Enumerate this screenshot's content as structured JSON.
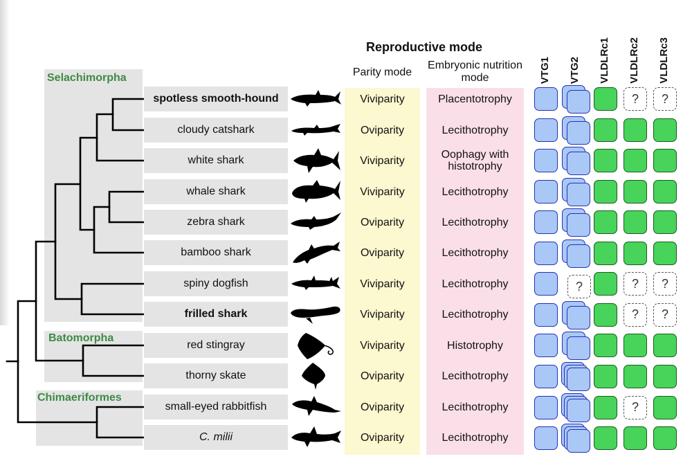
{
  "title": "Reproductive mode",
  "columns": {
    "parity": "Parity mode",
    "nutrition": "Embryonic nutrition mode"
  },
  "clades": [
    "Selachimorpha",
    "Batomorpha",
    "Chimaeriformes"
  ],
  "genes": [
    "VTG1",
    "VTG2",
    "VLDLRc1",
    "VLDLRc2",
    "VLDLRc3"
  ],
  "colors": {
    "vtg_fill": "#a9c8f5",
    "vldlr_fill": "#48d45a",
    "clade_label": "#3e8a45",
    "parity_band": "#fcf8cf",
    "nutrition_band": "#fbdfe8"
  },
  "species": [
    {
      "name": "spotless smooth-hound",
      "style": "bold",
      "parity": "Viviparity",
      "nutrition": "Placentotrophy",
      "genes": [
        1,
        2,
        1,
        "?",
        "?"
      ]
    },
    {
      "name": "cloudy catshark",
      "style": "normal",
      "parity": "Oviparity",
      "nutrition": "Lecithotrophy",
      "genes": [
        1,
        2,
        1,
        1,
        1
      ]
    },
    {
      "name": "white shark",
      "style": "normal",
      "parity": "Viviparity",
      "nutrition": "Oophagy with histotrophy",
      "genes": [
        1,
        2,
        1,
        1,
        1
      ]
    },
    {
      "name": "whale shark",
      "style": "normal",
      "parity": "Viviparity",
      "nutrition": "Lecithotrophy",
      "genes": [
        1,
        2,
        1,
        1,
        1
      ]
    },
    {
      "name": "zebra shark",
      "style": "normal",
      "parity": "Oviparity",
      "nutrition": "Lecithotrophy",
      "genes": [
        1,
        2,
        1,
        1,
        1
      ]
    },
    {
      "name": "bamboo shark",
      "style": "normal",
      "parity": "Oviparity",
      "nutrition": "Lecithotrophy",
      "genes": [
        1,
        2,
        1,
        1,
        1
      ]
    },
    {
      "name": "spiny dogfish",
      "style": "normal",
      "parity": "Viviparity",
      "nutrition": "Lecithotrophy",
      "genes": [
        1,
        "?",
        1,
        "?",
        "?"
      ]
    },
    {
      "name": "frilled shark",
      "style": "bold",
      "parity": "Viviparity",
      "nutrition": "Lecithotrophy",
      "genes": [
        1,
        2,
        1,
        "?",
        "?"
      ]
    },
    {
      "name": "red stingray",
      "style": "normal",
      "parity": "Viviparity",
      "nutrition": "Histotrophy",
      "genes": [
        1,
        2,
        1,
        1,
        1
      ]
    },
    {
      "name": "thorny skate",
      "style": "normal",
      "parity": "Oviparity",
      "nutrition": "Lecithotrophy",
      "genes": [
        1,
        3,
        1,
        1,
        1
      ]
    },
    {
      "name": "small-eyed rabbitfish",
      "style": "normal",
      "parity": "Oviparity",
      "nutrition": "Lecithotrophy",
      "genes": [
        1,
        3,
        1,
        "?",
        1
      ]
    },
    {
      "name": "C. milii",
      "style": "italic",
      "parity": "Oviparity",
      "nutrition": "Lecithotrophy",
      "genes": [
        1,
        3,
        1,
        1,
        1
      ]
    }
  ]
}
